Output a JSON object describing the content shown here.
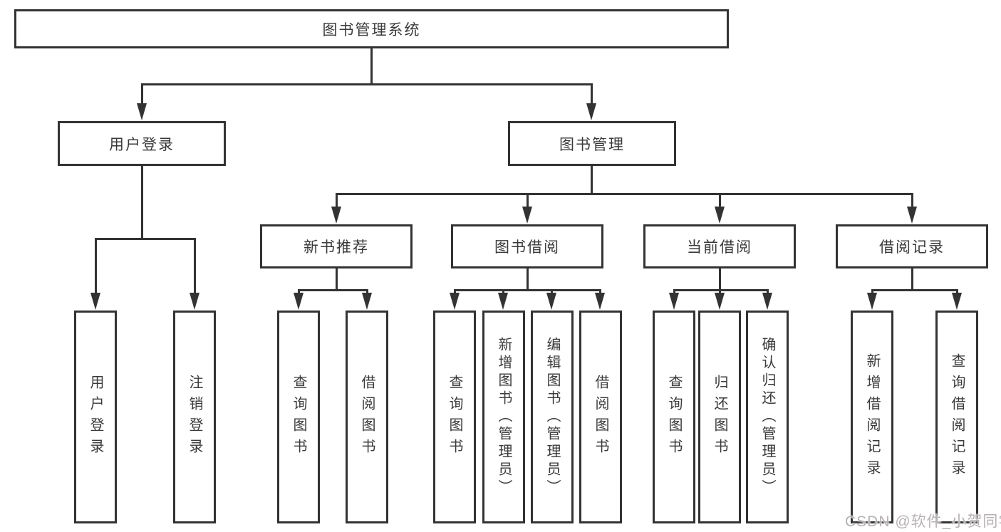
{
  "diagram": {
    "root": {
      "label": "图书管理系统"
    },
    "level2": [
      {
        "label": "用户登录"
      },
      {
        "label": "图书管理"
      }
    ],
    "level3": [
      {
        "label": "新书推荐"
      },
      {
        "label": "图书借阅"
      },
      {
        "label": "当前借阅"
      },
      {
        "label": "借阅记录"
      }
    ],
    "leaves": [
      {
        "label": "用户登录"
      },
      {
        "label": "注销登录"
      },
      {
        "label": "查询图书"
      },
      {
        "label": "借阅图书"
      },
      {
        "label": "查询图书"
      },
      {
        "label": "新增图书（管理员）"
      },
      {
        "label": "编辑图书（管理员）"
      },
      {
        "label": "借阅图书"
      },
      {
        "label": "查询图书"
      },
      {
        "label": "归还图书"
      },
      {
        "label": "确认归还（管理员）"
      },
      {
        "label": "新增借阅记录"
      },
      {
        "label": "查询借阅记录"
      }
    ],
    "colors": {
      "line": "#333333",
      "text": "#3a3a3a",
      "background": "#ffffff",
      "watermark": "#b7b1b5"
    }
  },
  "watermark": {
    "text": "CSDN @软件_小贺同学"
  }
}
